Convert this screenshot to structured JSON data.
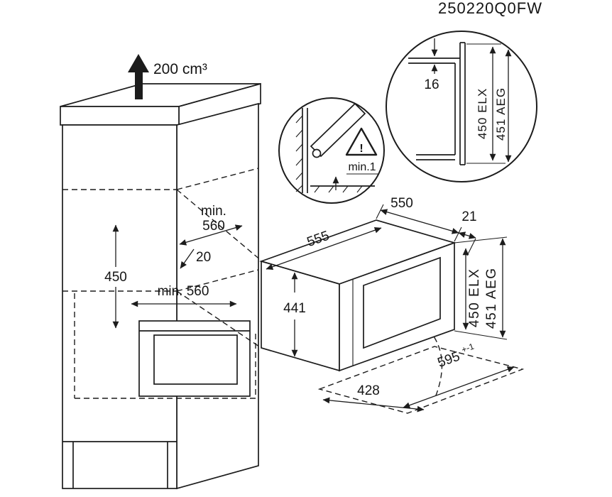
{
  "title": "250220Q0FW",
  "volume_label": "200 cm³",
  "colors": {
    "line": "#1c1c1c",
    "background": "#ffffff"
  },
  "cabinet": {
    "depth_min": "min.",
    "depth_value": "560",
    "rear_gap": "20",
    "niche_height": "450",
    "niche_width": "min. 560"
  },
  "appliance": {
    "depth": "550",
    "door_gap": "21",
    "width": "555",
    "height": "441",
    "height_elx": "450 ELX",
    "height_aeg": "451 AEG",
    "open_depth": "595",
    "open_depth_tol": "+-1",
    "door_width": "428"
  },
  "detail_tilt": {
    "warning_mark": "!",
    "clearance": "min.1"
  },
  "detail_section": {
    "panel_thickness": "16",
    "height_elx": "450 ELX",
    "height_aeg": "451 AEG"
  }
}
